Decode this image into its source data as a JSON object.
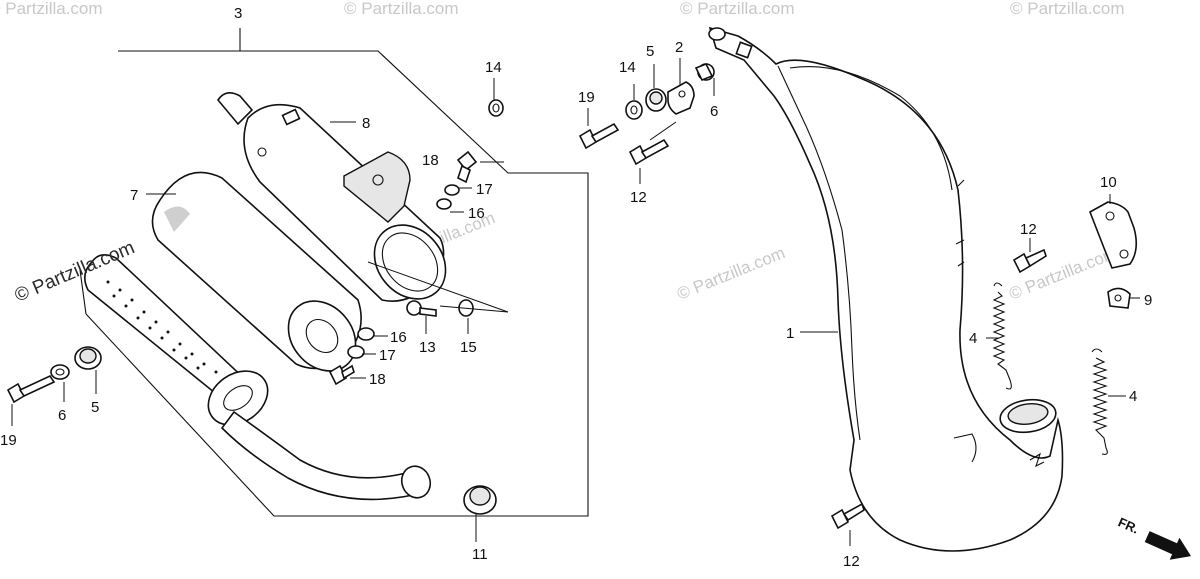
{
  "watermarks": {
    "main": "© Partzilla.com",
    "faint": "© Partzilla.com"
  },
  "callouts": {
    "c1": "1",
    "c2": "2",
    "c3": "3",
    "c4a": "4",
    "c4b": "4",
    "c5a": "5",
    "c5b": "5",
    "c6a": "6",
    "c6b": "6",
    "c7": "7",
    "c8": "8",
    "c9": "9",
    "c10": "10",
    "c11": "11",
    "c12a": "12",
    "c12b": "12",
    "c12c": "12",
    "c13": "13",
    "c14a": "14",
    "c14b": "14",
    "c15": "15",
    "c16a": "16",
    "c16b": "16",
    "c17a": "17",
    "c17b": "17",
    "c18a": "18",
    "c18b": "18",
    "c19a": "19",
    "c19b": "19"
  },
  "direction_label": "FR."
}
